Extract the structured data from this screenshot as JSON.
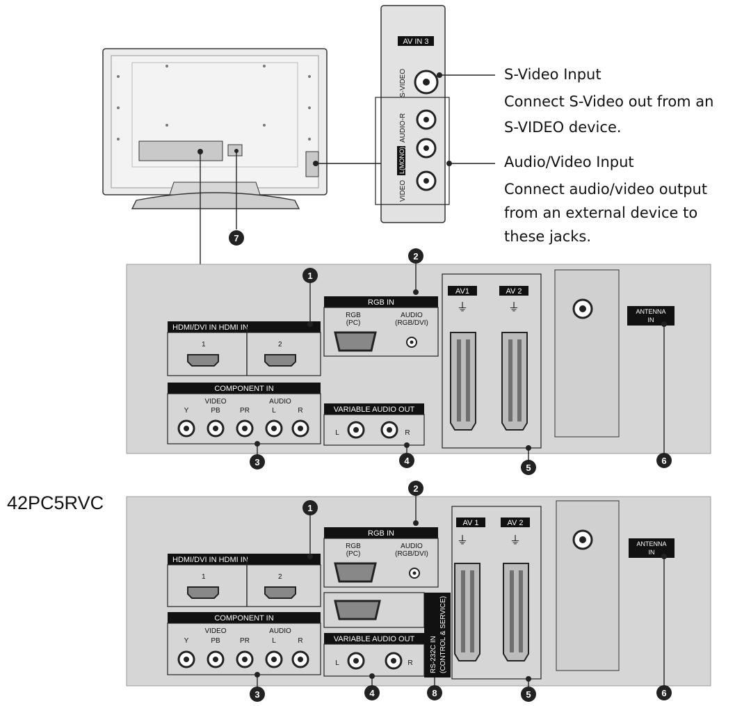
{
  "model_label": "42PC5RVC",
  "side_panel": {
    "av_in_label": "AV IN 3",
    "svideo_label": "S-VIDEO",
    "audio_label": "AUDIO-R",
    "mono_label": "L(MONO)",
    "video_label": "VIDEO"
  },
  "callouts": {
    "svideo_title": "S-Video Input",
    "svideo_desc_1": "Connect S-Video out from an",
    "svideo_desc_2": "S-VIDEO device.",
    "av_title": "Audio/Video Input",
    "av_desc_1": "Connect audio/video output",
    "av_desc_2": "from an external device to",
    "av_desc_3": "these jacks."
  },
  "panel_labels": {
    "hdmi": "HDMI/DVI IN HDMI IN",
    "hdmi_1": "1",
    "hdmi_2": "2",
    "rgb_in": "RGB IN",
    "rgb_pc_1": "RGB",
    "rgb_pc_2": "(PC)",
    "audio_rgb_1": "AUDIO",
    "audio_rgb_2": "(RGB/DVI)",
    "component": "COMPONENT IN",
    "video": "VIDEO",
    "audio": "AUDIO",
    "y": "Y",
    "pb": "PB",
    "pr": "PR",
    "l": "L",
    "r": "R",
    "variable_audio": "VARIABLE AUDIO OUT",
    "av1_top": "AV1",
    "av1_bottom": "AV 1",
    "av2": "AV 2",
    "antenna_1": "ANTENNA",
    "antenna_2": "IN",
    "rs232_1": "RS-232C IN",
    "rs232_2": "(CONTROL & SERVICE)"
  },
  "numbers": [
    "1",
    "2",
    "3",
    "4",
    "5",
    "6",
    "7",
    "8"
  ]
}
